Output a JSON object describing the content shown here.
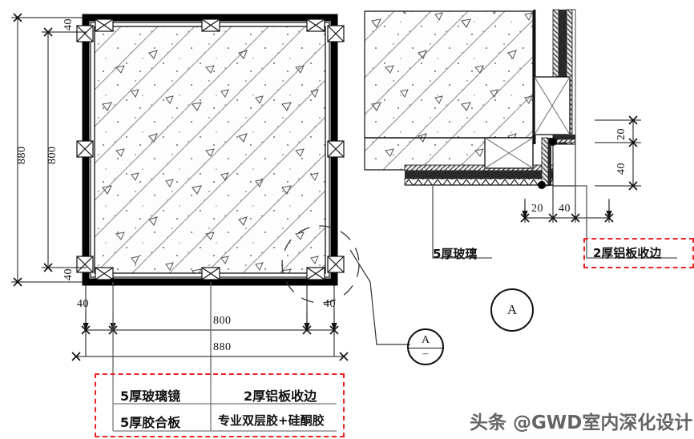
{
  "drawing": {
    "type": "architectural-detail",
    "title_present": false,
    "left_elevation": {
      "name": "mirror-panel-elevation",
      "vertical_dims": [
        {
          "value": "880",
          "role": "overall-height"
        },
        {
          "value": "800",
          "role": "inner-height"
        },
        {
          "value": "40",
          "role": "top-border"
        },
        {
          "value": "40",
          "role": "bottom-border"
        }
      ],
      "horizontal_dims": [
        {
          "value": "40",
          "role": "left-border"
        },
        {
          "value": "800",
          "role": "inner-width"
        },
        {
          "value": "40",
          "role": "right-border"
        },
        {
          "value": "880",
          "role": "overall-width"
        }
      ],
      "detail_bubble": {
        "letter": "A",
        "sub": "–"
      }
    },
    "right_section": {
      "name": "corner-section-detail",
      "dims": [
        {
          "value": "20",
          "orient": "vertical",
          "role": "aluminium-edge-thickness"
        },
        {
          "value": "40",
          "orient": "vertical",
          "role": "frame-depth"
        },
        {
          "value": "20",
          "orient": "horizontal",
          "role": "edge-offset"
        },
        {
          "value": "40",
          "orient": "horizontal",
          "role": "frame-width"
        }
      ],
      "detail_bubble": {
        "letter": "A"
      },
      "labels": [
        {
          "text": "5厚玻璃",
          "boxed": false
        },
        {
          "text": "2厚铝板收边",
          "boxed": true
        }
      ]
    },
    "legend_table": {
      "boxed": true,
      "rows": [
        [
          "5厚玻璃镜",
          "2厚铝板收边"
        ],
        [
          "5厚胶合板",
          "专业双层胶+硅酮胶"
        ]
      ]
    },
    "watermark": "头条 @GWD室内深化设计",
    "colors": {
      "ink": "#111111",
      "accent_red": "#ee2222",
      "hatch": "#777777",
      "watermark": "#4a4a4a"
    }
  }
}
